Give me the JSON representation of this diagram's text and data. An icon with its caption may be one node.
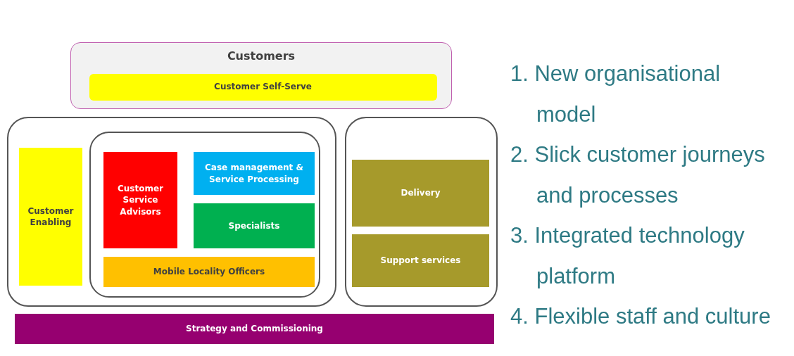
{
  "diagram": {
    "nodes": [
      {
        "text": [
          "Customers"
        ]
      },
      {
        "text": [
          "Customer Self-Serve"
        ],
        "in": 0
      },
      {
        "text": [],
        "shape": "box"
      },
      {
        "text": [
          "Customer Enabling"
        ],
        "in": 2
      },
      {
        "text": [],
        "shape": "box",
        "in": 2
      },
      {
        "text": [
          "Customer Service Advisors"
        ],
        "in": 4
      },
      {
        "text": [
          "Case management & Service Processing"
        ],
        "in": 4
      },
      {
        "text": [
          "Specialists"
        ],
        "in": 4
      },
      {
        "text": [
          "Mobile Locality Officers"
        ],
        "in": 4
      },
      {
        "text": [],
        "shape": "box"
      },
      {
        "text": [
          "Delivery"
        ],
        "in": 9
      },
      {
        "text": [
          "Support services"
        ],
        "in": 9
      },
      {
        "text": [
          "Strategy and Commissioning"
        ]
      }
    ],
    "labels": [
      "1. New organisational model",
      "2. Slick customer journeys and processes",
      "3. Integrated technology platform",
      "4. Flexible staff and culture"
    ]
  }
}
